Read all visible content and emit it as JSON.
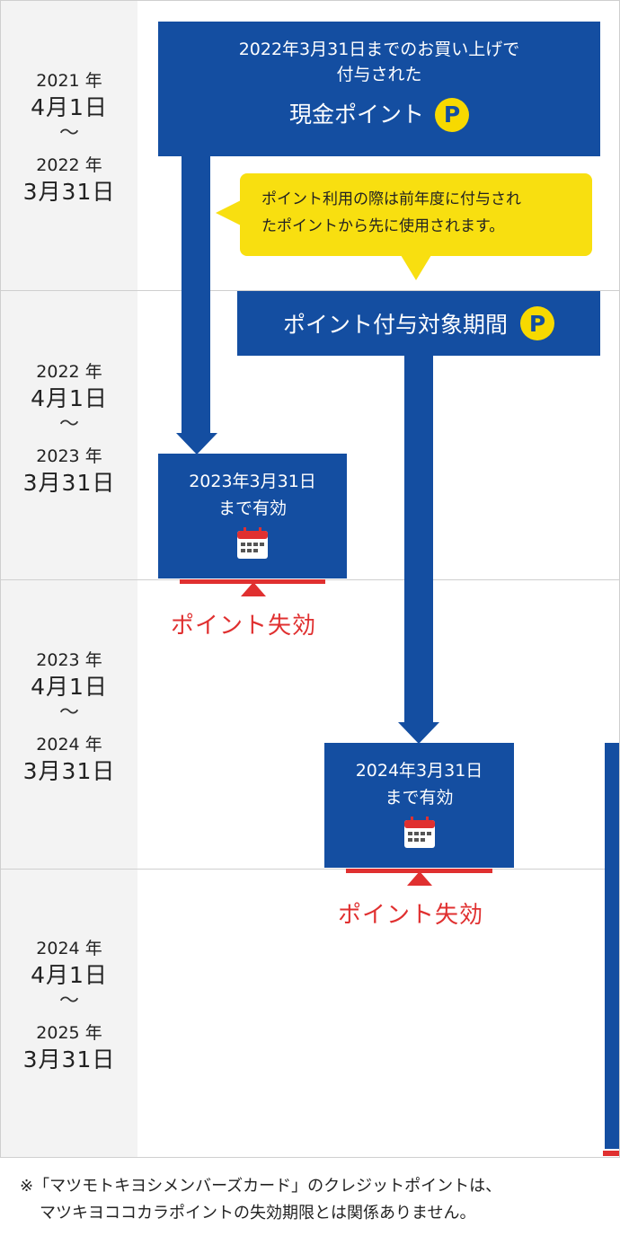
{
  "periods": [
    {
      "start_year": "2021 年",
      "start_date": "4月1日",
      "tilde": "〜",
      "end_year": "2022 年",
      "end_date": "3月31日"
    },
    {
      "start_year": "2022 年",
      "start_date": "4月1日",
      "tilde": "〜",
      "end_year": "2023 年",
      "end_date": "3月31日"
    },
    {
      "start_year": "2023 年",
      "start_date": "4月1日",
      "tilde": "〜",
      "end_year": "2024 年",
      "end_date": "3月31日"
    },
    {
      "start_year": "2024 年",
      "start_date": "4月1日",
      "tilde": "〜",
      "end_year": "2025 年",
      "end_date": "3月31日"
    }
  ],
  "cash_box": {
    "line1": "2022年3月31日までのお買い上げで",
    "line2": "付与された",
    "title": "現金ポイント",
    "icon_letter": "P"
  },
  "callout": {
    "line1": "ポイント利用の際は前年度に付与され",
    "line2": "たポイントから先に使用されます。"
  },
  "grant_box": {
    "title": "ポイント付与対象期間",
    "icon_letter": "P"
  },
  "expiry_boxes": [
    {
      "line1": "2023年3月31日",
      "line2": "まで有効",
      "lost_label": "ポイント失効"
    },
    {
      "line1": "2024年3月31日",
      "line2": "まで有効",
      "lost_label": "ポイント失効"
    }
  ],
  "colors": {
    "blue": "#144ea1",
    "yellow": "#f8df10",
    "red": "#e03030",
    "left_column": "#f3f3f3"
  },
  "footnote": {
    "line1": "※「マツモトキヨシメンバーズカード」のクレジットポイントは、",
    "line2": "マツキヨココカラポイントの失効期限とは関係ありません。"
  }
}
